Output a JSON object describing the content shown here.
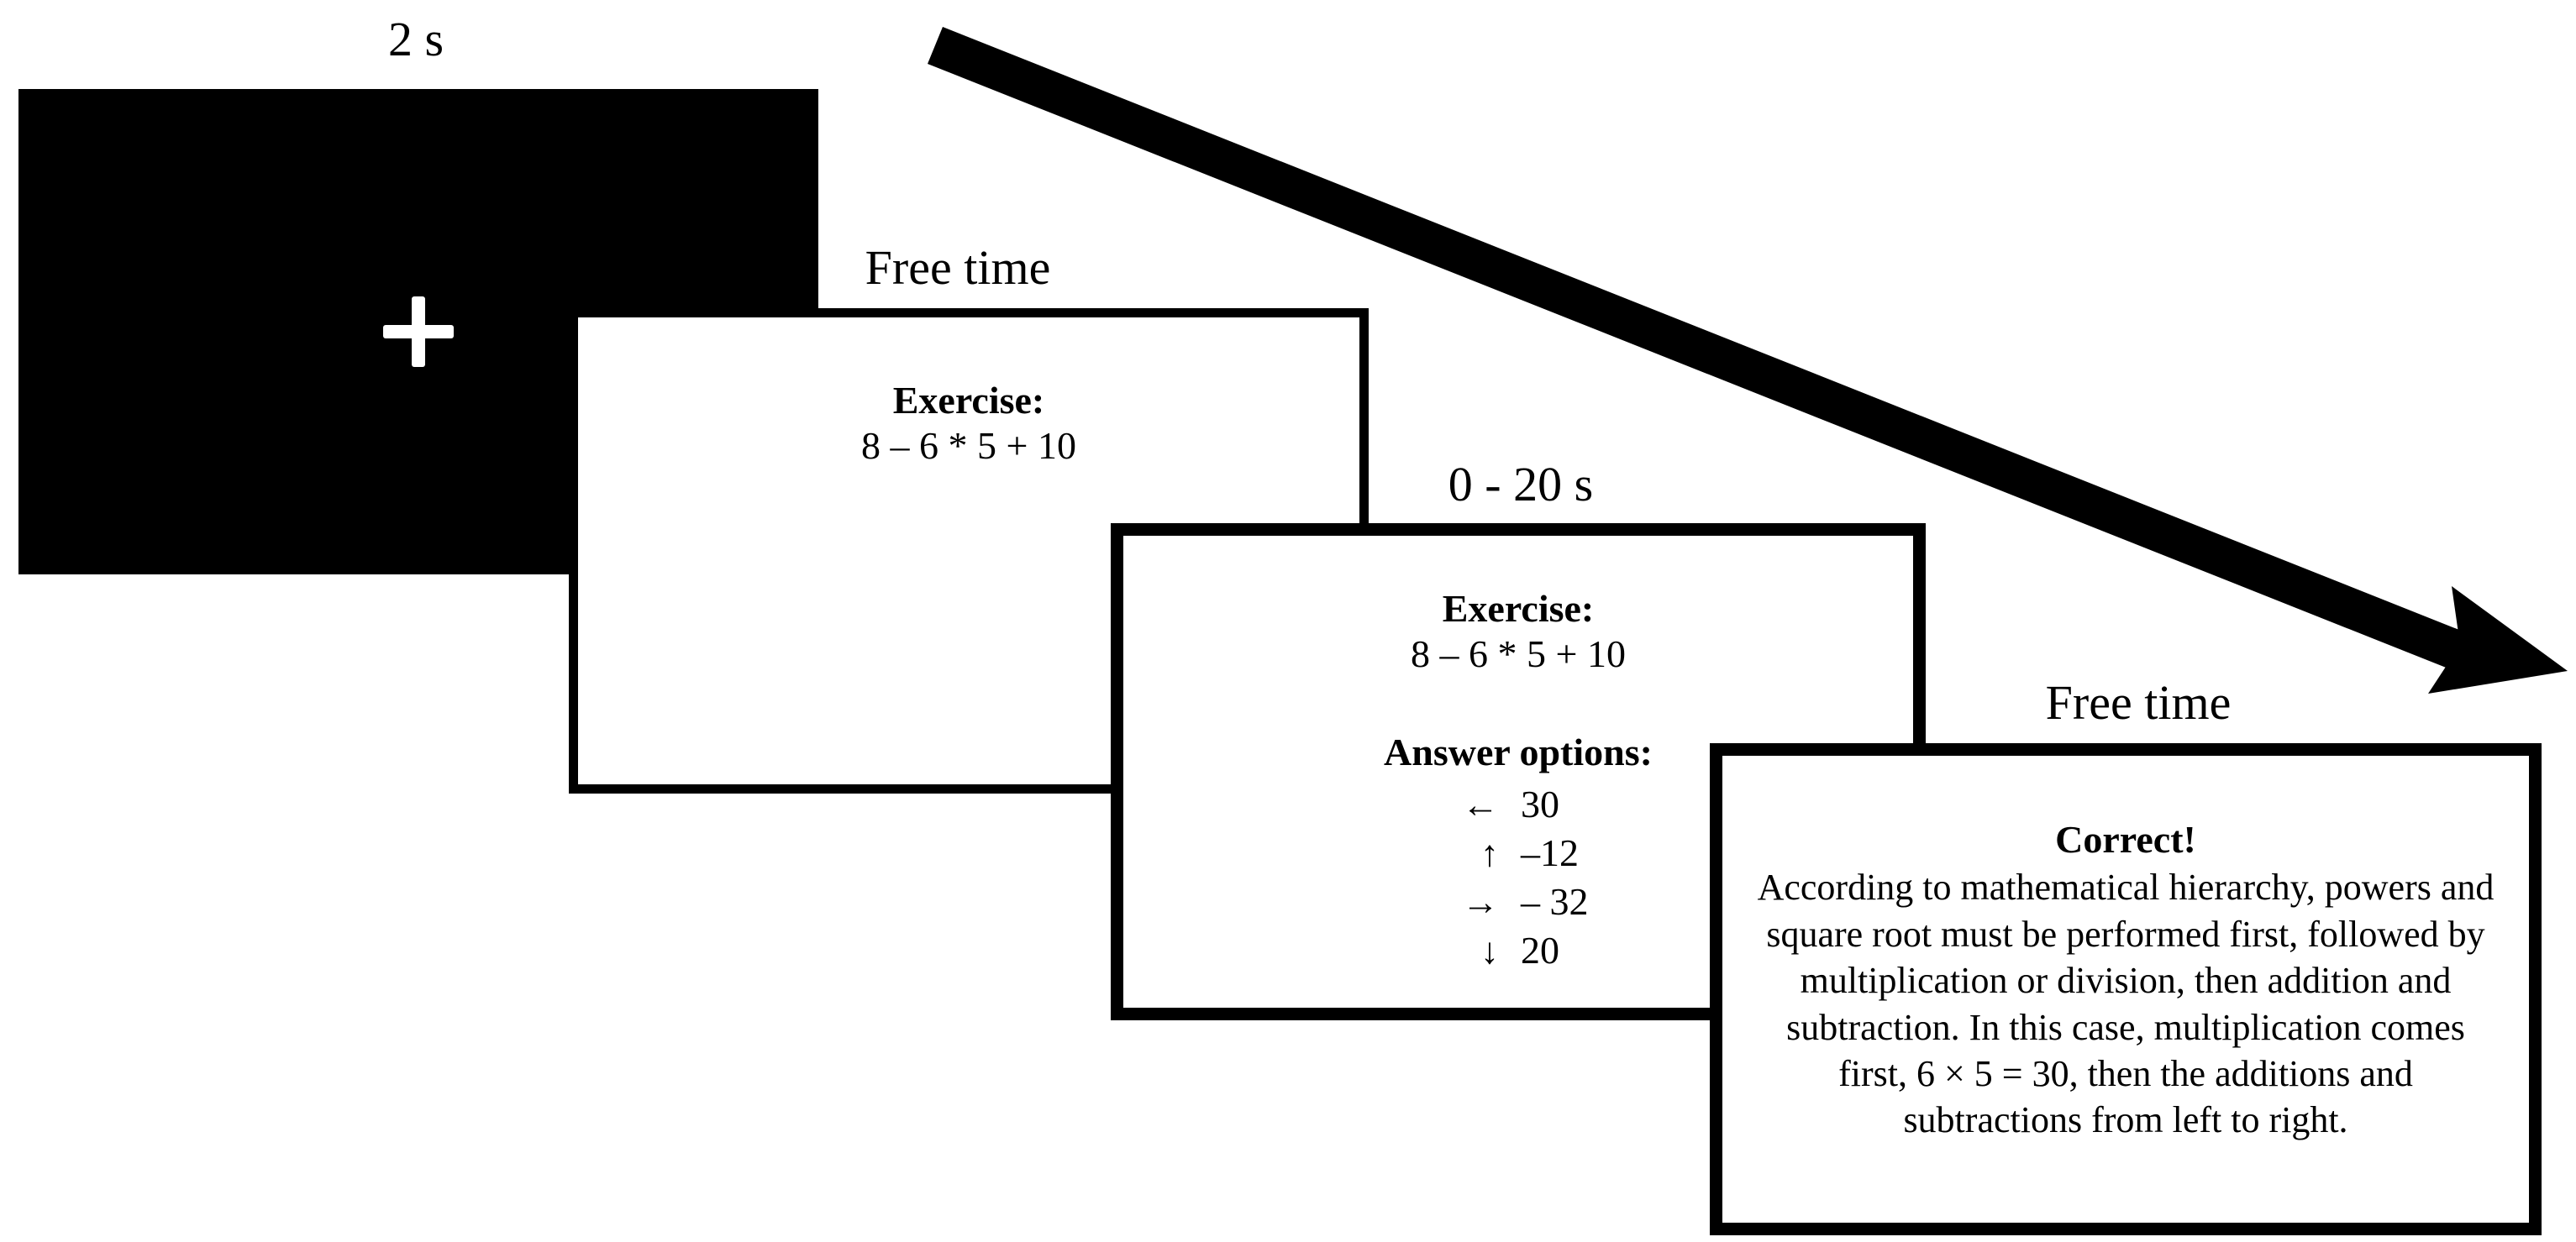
{
  "figure": {
    "type": "experimental-trial-timeline",
    "background_color": "#ffffff",
    "ink_color": "#000000"
  },
  "timeline_arrow": {
    "name": "time-arrow",
    "direction": "down-right",
    "start": "top-left",
    "end": "bottom-right"
  },
  "phases": [
    {
      "id": "fixation",
      "duration_label": "2 s",
      "screen_kind": "black-screen",
      "stimulus_icon": "fixation-cross"
    },
    {
      "id": "exercise",
      "duration_label": "Free time",
      "screen_kind": "white-screen",
      "heading": "Exercise:",
      "expression": "8 – 6 * 5 + 10"
    },
    {
      "id": "answer",
      "duration_label": "0 - 20 s",
      "screen_kind": "white-screen",
      "heading": "Exercise:",
      "expression": "8 – 6 * 5 + 10",
      "options_heading": "Answer options:",
      "options": [
        {
          "key_icon": "arrow-left-icon",
          "key_glyph": "←",
          "value": "30"
        },
        {
          "key_icon": "arrow-up-icon",
          "key_glyph": "↑",
          "value": "–12"
        },
        {
          "key_icon": "arrow-right-icon",
          "key_glyph": "→",
          "value": "– 32"
        },
        {
          "key_icon": "arrow-down-icon",
          "key_glyph": "↓",
          "value": "20"
        }
      ]
    },
    {
      "id": "feedback",
      "duration_label": "Free time",
      "screen_kind": "white-screen",
      "title": "Correct!",
      "body": "According to mathematical hierarchy, powers and square root must be performed first, followed by multiplication or division, then addition and subtraction. In this case, multiplication comes first, 6 × 5 = 30, then the additions and subtractions from left to right."
    }
  ]
}
